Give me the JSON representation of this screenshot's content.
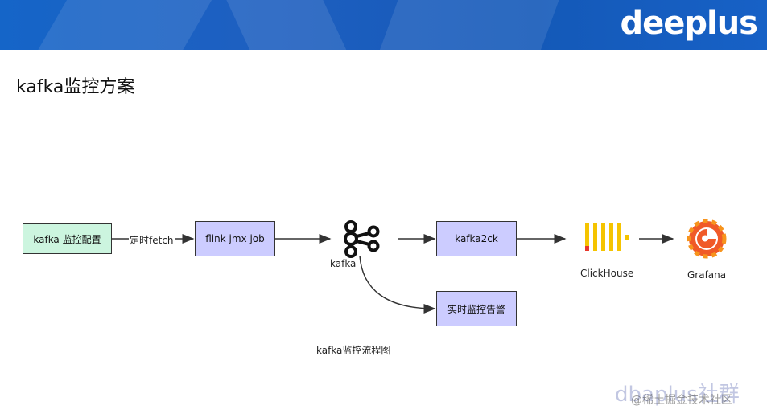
{
  "brand": {
    "logo_text": "deeplus"
  },
  "slide": {
    "title": "kafka监控方案"
  },
  "diagram": {
    "nodes": {
      "config": "kafka 监控配置",
      "flink_job": "flink jmx job",
      "kafka_label": "kafka",
      "kafka2ck": "kafka2ck",
      "alert": "实时监控告警",
      "clickhouse_label": "ClickHouse",
      "grafana_label": "Grafana"
    },
    "edges": {
      "fetch_label": "定时fetch"
    },
    "caption": "kafka监控流程图"
  },
  "watermark": {
    "text": "dbaplus社群",
    "sub_text": "@稀土掘金技术社区"
  },
  "colors": {
    "banner": "#1565c8",
    "green_box": "#ccf5df",
    "purple_box": "#ccccff",
    "clickhouse_yellow": "#f5c400",
    "clickhouse_red": "#e8362b",
    "grafana_orange": "#f05a28"
  }
}
